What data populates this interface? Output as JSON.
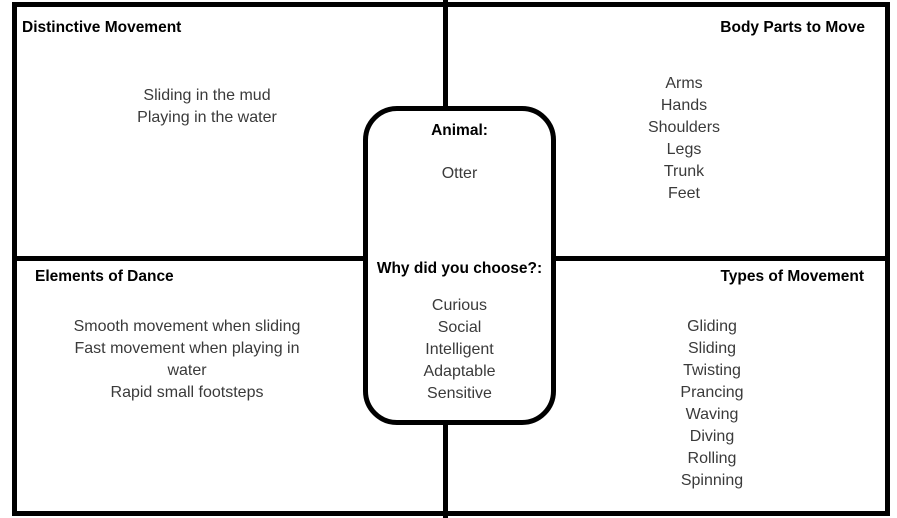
{
  "colors": {
    "background": "#ffffff",
    "line": "#000000",
    "heading_text": "#000000",
    "body_text": "#3a3a3a"
  },
  "quadrants": {
    "top_left": {
      "title": "Distinctive Movement",
      "lines": [
        "Sliding in the mud",
        "Playing in the water"
      ]
    },
    "top_right": {
      "title": "Body Parts to Move",
      "lines": [
        "Arms",
        "Hands",
        "Shoulders",
        "Legs",
        "Trunk",
        "Feet"
      ]
    },
    "bottom_left": {
      "title": "Elements of Dance",
      "lines": [
        "Smooth movement when sliding",
        "Fast movement when playing in water",
        "Rapid small footsteps"
      ]
    },
    "bottom_right": {
      "title": "Types of Movement",
      "lines": [
        "Gliding",
        "Sliding",
        "Twisting",
        "Prancing",
        "Waving",
        "Diving",
        "Rolling",
        "Spinning"
      ]
    }
  },
  "center_card": {
    "animal_label": "Animal:",
    "animal_name": "Otter",
    "reason_label": "Why did you choose?:",
    "reasons": [
      "Curious",
      "Social",
      "Intelligent",
      "Adaptable",
      "Sensitive"
    ]
  }
}
